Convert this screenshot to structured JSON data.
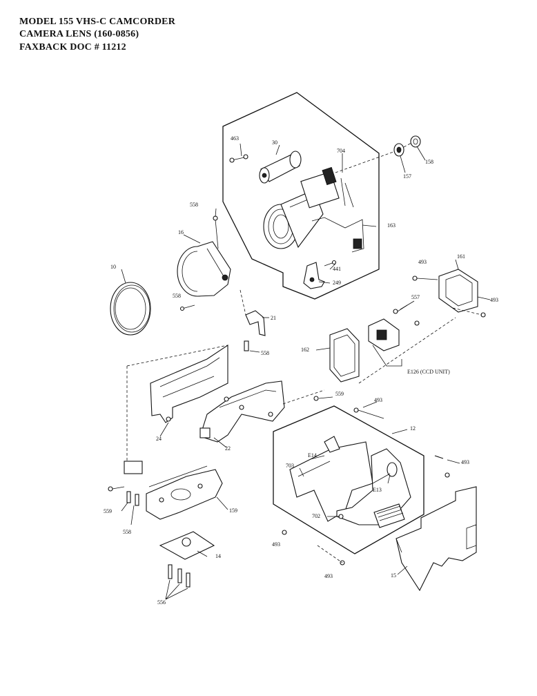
{
  "header": {
    "line1": "MODEL 155 VHS-C CAMCORDER",
    "line2": "CAMERA LENS  (160-0856)",
    "line3": "FAXBACK DOC # 11212"
  },
  "callouts": {
    "c463": "463",
    "c30": "30",
    "c704": "704",
    "c158": "158",
    "c157": "157",
    "c163": "163",
    "c558a": "558",
    "c16": "16",
    "c10": "10",
    "c441": "441",
    "c249": "249",
    "c558b": "558",
    "c21": "21",
    "c558c": "558",
    "c493a": "493",
    "c161": "161",
    "c493b": "493",
    "c557": "557",
    "c162": "162",
    "e126": "E126 (CCD UNIT)",
    "c559a": "559",
    "c493c": "493",
    "c12": "12",
    "c24": "24",
    "c22": "22",
    "e14": "E14",
    "c703": "703",
    "c493d": "493",
    "e13": "E13",
    "c559b": "559",
    "c159": "159",
    "c558d": "558",
    "c702": "702",
    "c493e": "493",
    "c14": "14",
    "c493f": "493",
    "c15": "15",
    "c556": "556"
  }
}
